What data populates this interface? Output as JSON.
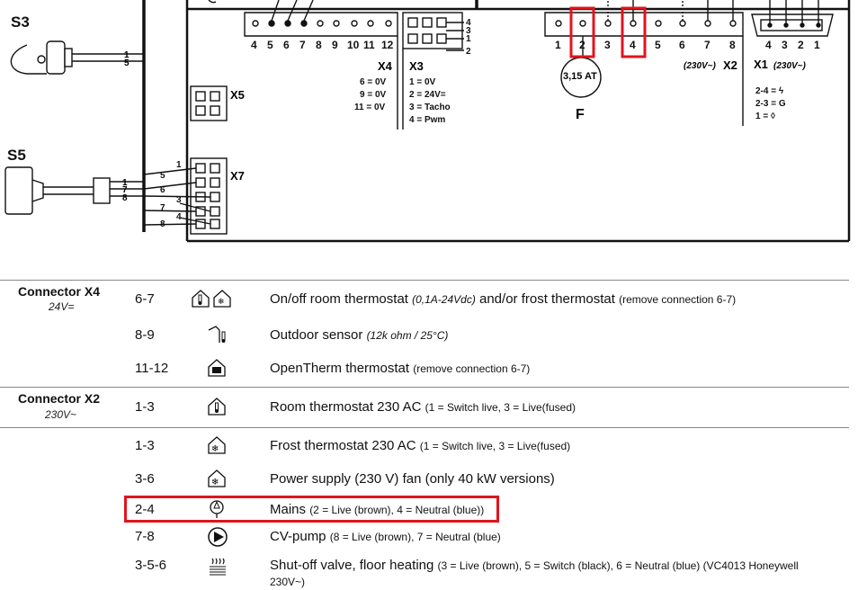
{
  "diagram": {
    "sensors": [
      "S3",
      "S5"
    ],
    "s3_wires": [
      "1",
      "5"
    ],
    "s5_wires": [
      "1",
      "7",
      "8"
    ],
    "x7_wires": [
      "1",
      "5",
      "6",
      "3",
      "7",
      "4",
      "8"
    ],
    "x4": {
      "label": "X4",
      "pins": [
        "4",
        "5",
        "6",
        "7",
        "8",
        "9",
        "10",
        "11",
        "12"
      ],
      "lines": [
        "6  = 0V",
        "9  = 0V",
        "11 = 0V"
      ]
    },
    "x3": {
      "label": "X3",
      "pins": [
        "4",
        "3",
        "1",
        "2"
      ],
      "lines": [
        "1  = 0V",
        "2  = 24V=",
        "3  = Tacho",
        "4  = Pwm"
      ]
    },
    "x5": {
      "label": "X5"
    },
    "x7": {
      "label": "X7"
    },
    "x2": {
      "label": "X2",
      "voltage": "(230V~)",
      "pins": [
        "1",
        "2",
        "3",
        "4",
        "5",
        "6",
        "7",
        "8"
      ]
    },
    "x1": {
      "label": "X1",
      "voltage": "(230V~)",
      "pins": [
        "4",
        "3",
        "2",
        "1"
      ],
      "lines": [
        "2-4 = ⚡",
        "2-3 = G",
        "1   = 💧"
      ]
    },
    "fuse": {
      "value": "3,15 AT",
      "label": "F"
    },
    "cut_label": "C"
  },
  "table": {
    "groups": [
      {
        "title": "Connector X4",
        "subtitle": "24V="
      },
      {
        "title": "Connector X2",
        "subtitle": "230V~"
      }
    ],
    "rows": [
      {
        "code": "6-7",
        "icon": "room-frost-thermostat-icon",
        "main": "On/off room thermostat ",
        "ital": "(0,1A-24Vdc)",
        "rest": " and/or frost thermostat ",
        "small": "(remove connection 6-7)"
      },
      {
        "code": "8-9",
        "icon": "outdoor-sensor-icon",
        "main": "Outdoor sensor ",
        "ital": "(12k ohm / 25°C)",
        "rest": "",
        "small": ""
      },
      {
        "code": "11-12",
        "icon": "opentherm-thermostat-icon",
        "main": "OpenTherm thermostat  ",
        "ital": "",
        "rest": "",
        "small": "(remove connection 6-7)"
      },
      {
        "code": "1-3",
        "icon": "room-thermostat-icon",
        "main": "Room thermostat 230 AC ",
        "ital": "",
        "rest": "",
        "small": "(1 = Switch live, 3 = Live(fused)"
      },
      {
        "code": "1-3",
        "icon": "frost-thermostat-icon",
        "main": "Frost thermostat 230 AC ",
        "ital": "",
        "rest": "",
        "small": "(1 = Switch live, 3 = Live(fused)"
      },
      {
        "code": "3-6",
        "icon": "fan-supply-icon",
        "main": "Power supply (230 V) fan (only 40 kW versions)",
        "ital": "",
        "rest": "",
        "small": ""
      },
      {
        "code": "2-4",
        "icon": "mains-plug-icon",
        "main": "Mains ",
        "ital": "",
        "rest": "",
        "small": "(2 = Live (brown), 4 = Neutral (blue))"
      },
      {
        "code": "7-8",
        "icon": "pump-icon",
        "main": "CV-pump ",
        "ital": "",
        "rest": "",
        "small": "(8 = Live (brown), 7 = Neutral (blue)"
      },
      {
        "code": "3-5-6",
        "icon": "floor-heating-icon",
        "main": "Shut-off valve, floor heating ",
        "ital": "",
        "rest": "",
        "small": "(3 = Live (brown), 5 = Switch (black), 6 = Neutral (blue) (VC4013 Honeywell"
      },
      {
        "code": "",
        "icon": "",
        "main": "",
        "ital": "",
        "rest": "",
        "small": "230V~)"
      }
    ]
  },
  "colors": {
    "highlight": "#e1141c",
    "ink": "#111111"
  }
}
